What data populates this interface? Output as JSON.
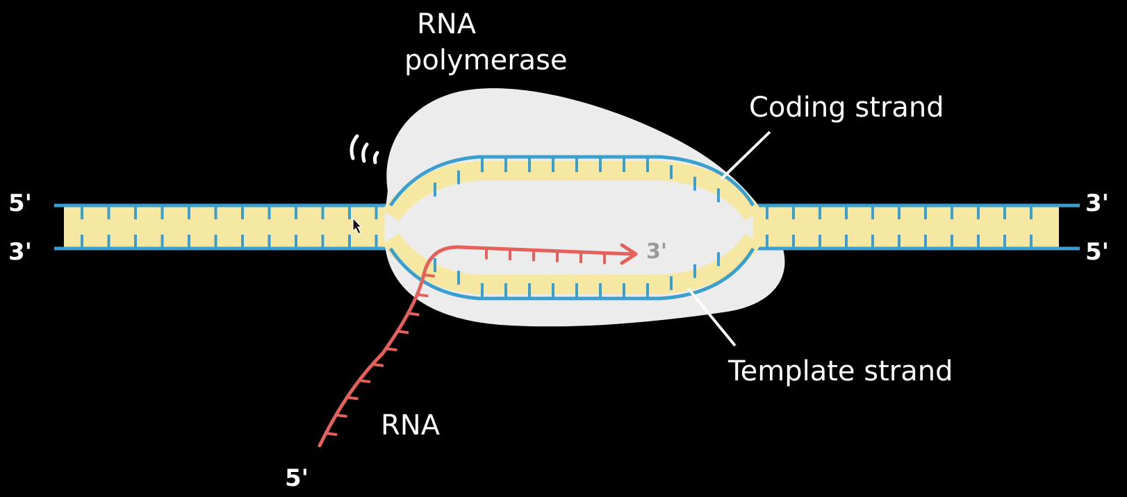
{
  "labels": {
    "enzyme_line1": "RNA",
    "enzyme_line2": "polymerase",
    "coding_strand": "Coding strand",
    "template_strand": "Template strand",
    "rna": "RNA",
    "rna_5prime": "5'",
    "rna_3prime": "3'",
    "left_top_end": "5'",
    "left_bottom_end": "3'",
    "right_top_end": "3'",
    "right_bottom_end": "5'"
  },
  "colors": {
    "background": "#000000",
    "dna_backbone": "#3a9fcf",
    "base_fill": "#f6e8a2",
    "polymerase": "#ececec",
    "rna": "#e4605a",
    "text": "#ffffff",
    "three_prime_label": "#9a9a9a"
  }
}
